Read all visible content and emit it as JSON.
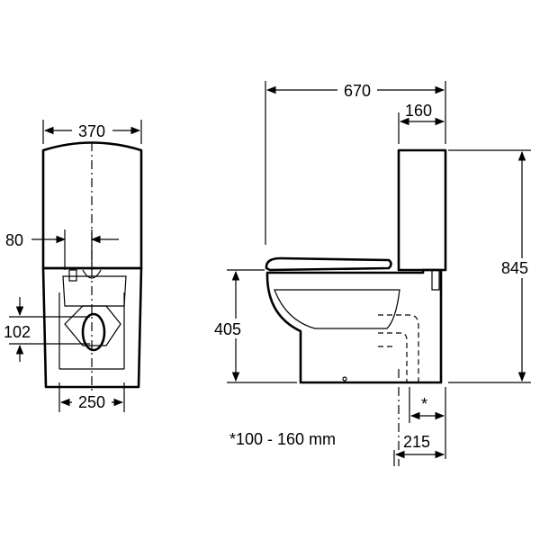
{
  "diagram": {
    "front_view": {
      "width_label": "370",
      "outlet_label": "80",
      "height_label": "102",
      "base_label": "250"
    },
    "side_view": {
      "depth_label": "670",
      "tank_depth_label": "160",
      "total_height_label": "845",
      "seat_height_label": "405",
      "outlet_offset_label": "215",
      "range_marker": "*"
    },
    "note": "*100 - 160 mm"
  }
}
